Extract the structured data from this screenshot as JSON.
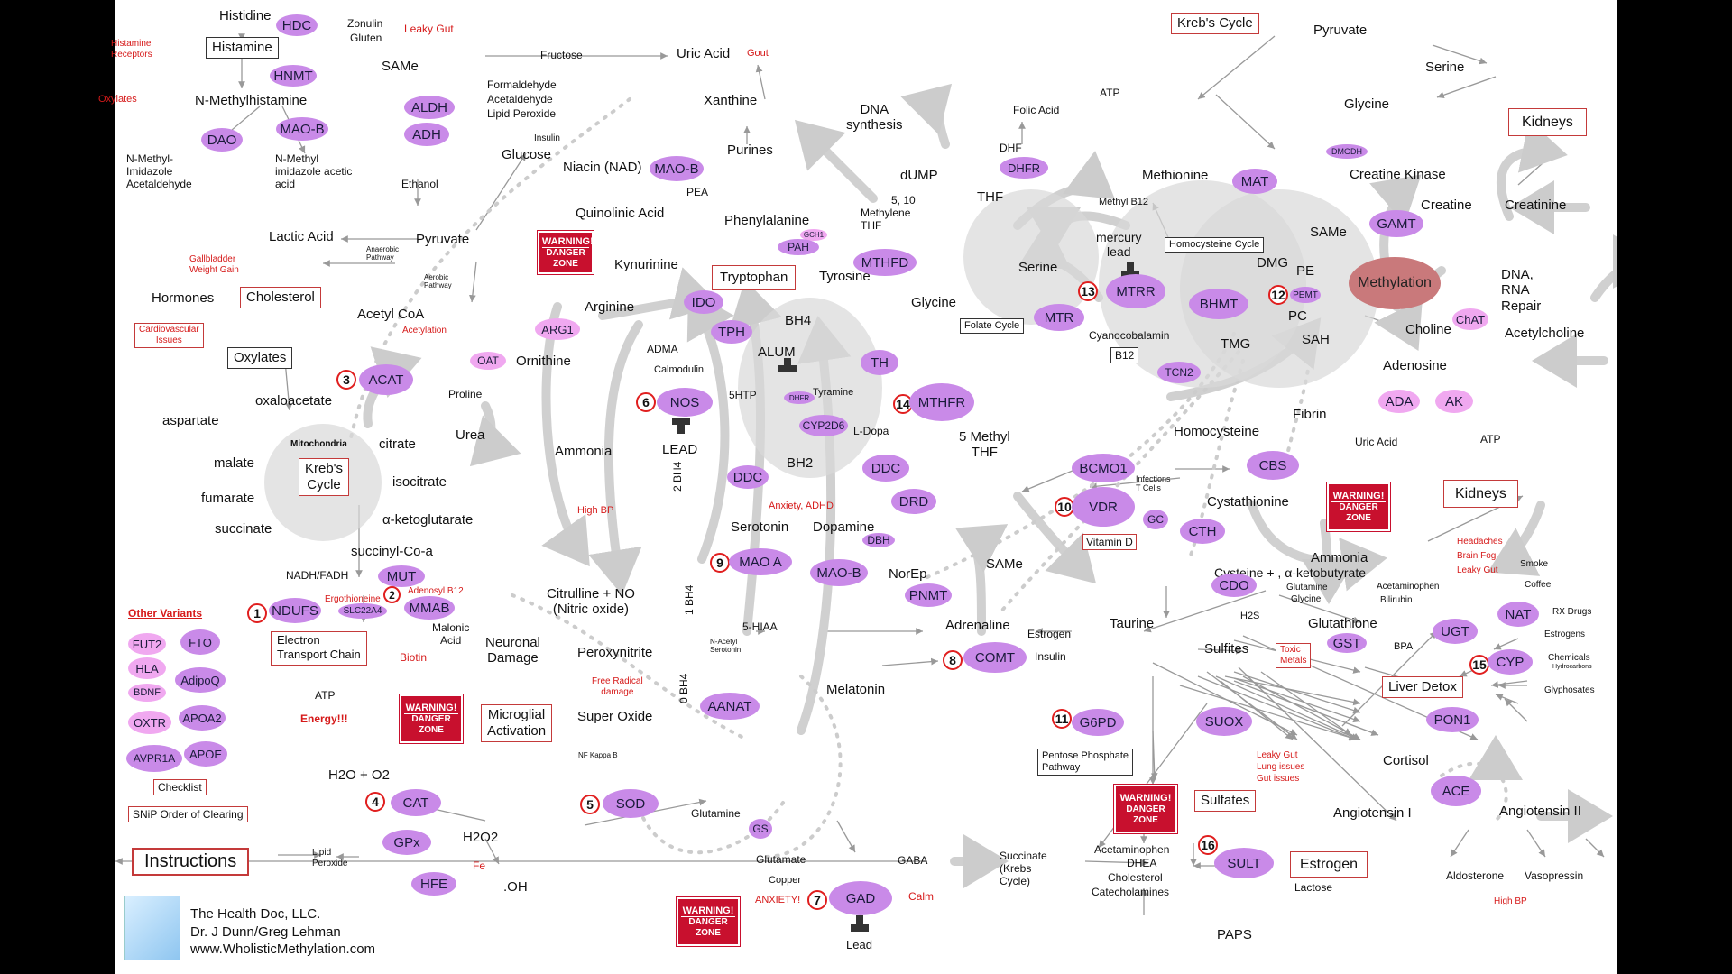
{
  "labels": {
    "histidine": "Histidine",
    "hdc": "HDC",
    "zonulin": "Zonulin",
    "gluten": "Gluten",
    "leaky_gut": "Leaky Gut",
    "histamine_receptors_1": "Histamine",
    "histamine_receptors_2": "Receptors",
    "histamine": "Histamine",
    "hnmt": "HNMT",
    "same_top": "SAMe",
    "oxylates": "Oxylates",
    "n_methylhistamine": "N-Methylhistamine",
    "aldh": "ALDH",
    "formaldehyde": "Formaldehyde",
    "acetaldehyde": "Acetaldehyde",
    "lipid_peroxide_top": "Lipid Peroxide",
    "dao": "DAO",
    "maob_left": "MAO-B",
    "adh": "ADH",
    "nmia_1": "N-Methyl-",
    "nmia_2": "Imidazole",
    "nmia_3": "Acetaldehyde",
    "nmiaa_1": "N-Methyl",
    "nmiaa_2": "imidazole acetic",
    "nmiaa_3": "acid",
    "insulin_top": "Insulin",
    "glucose": "Glucose",
    "ethanol": "Ethanol",
    "fructose": "Fructose",
    "uric_acid_top": "Uric Acid",
    "gout": "Gout",
    "xanthine": "Xanthine",
    "purines": "Purines",
    "dna_synth_1": "DNA",
    "dna_synth_2": "synthesis",
    "niacin": "Niacin (NAD)",
    "maob_mid": "MAO-B",
    "pea": "PEA",
    "quinolinic": "Quinolinic Acid",
    "lactic_acid": "Lactic Acid",
    "pyruvate_left": "Pyruvate",
    "anaerobic_1": "Anaerobic",
    "anaerobic_2": "Pathway",
    "aerobic_1": "Aerobic",
    "aerobic_2": "Pathway",
    "gallbladder_1": "Gallbladder",
    "gallbladder_2": "Weight Gain",
    "hormones": "Hormones",
    "cholesterol": "Cholesterol",
    "acetyl_coa": "Acetyl CoA",
    "acetylation": "Acetylation",
    "cardio_1": "Cardiovascular",
    "cardio_2": "Issues",
    "oxylates_box": "Oxylates",
    "acat": "ACAT",
    "oxaloacetate": "oxaloacetate",
    "aspartate": "aspartate",
    "mitochondria": "Mitochondria",
    "citrate": "citrate",
    "malate": "malate",
    "krebs_left_1": "Kreb's",
    "krebs_left_2": "Cycle",
    "isocitrate": "isocitrate",
    "fumarate": "fumarate",
    "akg": "α-ketoglutarate",
    "succinate": "succinate",
    "succinyl": "succinyl-Co-a",
    "nadh": "NADH/FADH",
    "mut": "MUT",
    "adenosyl": "Adenosyl B12",
    "ergothioneine": "Ergothioneine",
    "slc": "SLC22A4",
    "mmab": "MMAB",
    "ndufs": "NDUFS",
    "malonic_1": "Malonic",
    "malonic_2": "Acid",
    "etc_1": "Electron",
    "etc_2": "Transport Chain",
    "biotin": "Biotin",
    "atp_left": "ATP",
    "energy": "Energy!!!",
    "other_variants": "Other Variants",
    "fut2": "FUT2",
    "fto": "FTO",
    "hla": "HLA",
    "adipoq": "AdipoQ",
    "bdnf": "BDNF",
    "apoa2": "APOA2",
    "oxtr": "OXTR",
    "apoe": "APOE",
    "avpr1a": "AVPR1A",
    "checklist": "Checklist",
    "snip": "SNiP Order of Clearing",
    "instructions": "Instructions",
    "h2o_o2": "H2O + O2",
    "cat": "CAT",
    "gpx": "GPx",
    "h2o2": "H2O2",
    "lipid_peroxide_bot_1": "Lipid",
    "lipid_peroxide_bot_2": "Peroxide",
    "hfe": "HFE",
    "fe": "Fe",
    "oh": ".OH",
    "company": "The Health Doc, LLC.",
    "authors": "Dr. J Dunn/Greg Lehman",
    "website": "www.WholisticMethylation.com",
    "warn_1": "WARNING!",
    "warn_2": "DANGER",
    "warn_3": "ZONE",
    "arg1": "ARG1",
    "arginine": "Arginine",
    "oat": "OAT",
    "ornithine": "Ornithine",
    "proline": "Proline",
    "urea": "Urea",
    "ammonia_left": "Ammonia",
    "adma": "ADMA",
    "calmodulin": "Calmodulin",
    "nos": "NOS",
    "lead": "LEAD",
    "high_bp_left": "High BP",
    "citrulline_1": "Citrulline + NO",
    "citrulline_2": "(Nitric oxide)",
    "neuronal_1": "Neuronal",
    "neuronal_2": "Damage",
    "microglial_1": "Microglial",
    "microglial_2": "Activation",
    "peroxynitrite": "Peroxynitrite",
    "free_radical_1": "Free Radical",
    "free_radical_2": "damage",
    "super_oxide": "Super Oxide",
    "nfkb": "NF Kappa B",
    "sod": "SOD",
    "kynurinine": "Kynurinine",
    "ido": "IDO",
    "tryptophan": "Tryptophan",
    "tph": "TPH",
    "bh4_top": "BH4",
    "alum": "ALUM",
    "fivehtp": "5HTP",
    "dhfr_small": "DHFR",
    "tyramine": "Tyramine",
    "th": "TH",
    "cyp2d6": "CYP2D6",
    "ldopa": "L-Dopa",
    "bh2": "BH2",
    "ddc_left": "DDC",
    "ddc_right": "DDC",
    "drd": "DRD",
    "anxiety_adhd": "Anxiety, ADHD",
    "dopamine": "Dopamine",
    "serotonin": "Serotonin",
    "dbh": "DBH",
    "norep": "NorEp",
    "maoa": "MAO A",
    "maob_bot": "MAO-B",
    "same_mid": "SAMe",
    "pnmt": "PNMT",
    "adrenaline": "Adrenaline",
    "fivehiaa": "5-HIAA",
    "nacetyl_1": "N-Acetyl",
    "nacetyl_2": "Serotonin",
    "comt": "COMT",
    "estrogen_mid": "Estrogen",
    "insulin_mid": "Insulin",
    "melatonin": "Melatonin",
    "aanat": "AANAT",
    "bh4_2": "2 BH4",
    "bh4_1": "1 BH4",
    "bh4_0": "0 BH4",
    "glutamine": "Glutamine",
    "gs": "GS",
    "glutamate": "Glutamate",
    "copper": "Copper",
    "anxiety": "ANXIETY!",
    "gad": "GAD",
    "lead_bot": "Lead",
    "calm": "Calm",
    "gaba": "GABA",
    "succinate_krebs_1": "Succinate",
    "succinate_krebs_2": "(Krebs",
    "succinate_krebs_3": "Cycle)",
    "phenylalanine": "Phenylalanine",
    "gch1": "GCH1",
    "pah": "PAH",
    "tyrosine": "Tyrosine",
    "dump": "dUMP",
    "ten_methylene_1": "5, 10",
    "ten_methylene_2": "Methylene",
    "ten_methylene_3": "THF",
    "mthfd": "MTHFD",
    "glycine_mid": "Glycine",
    "serine_mid": "Serine",
    "thf": "THF",
    "dhf": "DHF",
    "dhfr": "DHFR",
    "folic_acid": "Folic Acid",
    "folate_cycle": "Folate Cycle",
    "mtr": "MTR",
    "mthfr": "MTHFR",
    "five_methyl_1": "5 Methyl",
    "five_methyl_2": "THF",
    "bcmo1": "BCMO1",
    "infections_1": "Infections",
    "infections_2": "T Cells",
    "vdr": "VDR",
    "gc": "GC",
    "vitamin_d": "Vitamin D",
    "g6pd": "G6PD",
    "pentose_1": "Pentose Phosphate",
    "pentose_2": "Pathway",
    "krebs_top": "Kreb's Cycle",
    "pyruvate_top": "Pyruvate",
    "serine_top": "Serine",
    "glycine_top": "Glycine",
    "atp_top": "ATP",
    "methionine": "Methionine",
    "mat": "MAT",
    "methyl_b12": "Methyl B12",
    "mercury_1": "mercury",
    "mercury_2": "lead",
    "homocysteine_cycle": "Homocysteine Cycle",
    "mtrr": "MTRR",
    "bhmt": "BHMT",
    "dmg": "DMG",
    "cyanocobalamin": "Cyanocobalamin",
    "b12": "B12",
    "tcn2": "TCN2",
    "tmg": "TMG",
    "homocysteine": "Homocysteine",
    "fibrin": "Fibrin",
    "cbs": "CBS",
    "cystathionine": "Cystathionine",
    "cth": "CTH",
    "dmgdh": "DMGDH",
    "creatine_kinase": "Creatine Kinase",
    "creatine": "Creatine",
    "creatinine": "Creatinine",
    "kidneys_top": "Kidneys",
    "same_right": "SAMe",
    "gamt": "GAMT",
    "pe": "PE",
    "pemt": "PEMT",
    "pc": "PC",
    "sah": "SAH",
    "methylation": "Methylation",
    "dna_rna_1": "DNA,",
    "dna_rna_2": "RNA",
    "dna_rna_3": "Repair",
    "choline": "Choline",
    "chat": "ChAT",
    "acetylcholine": "Acetylcholine",
    "adenosine": "Adenosine",
    "ada": "ADA",
    "ak": "AK",
    "uric_acid_right": "Uric Acid",
    "atp_right": "ATP",
    "kidneys_mid": "Kidneys",
    "headaches": "Headaches",
    "brain_fog": "Brain Fog",
    "leaky_gut_right": "Leaky Gut",
    "ammonia_right": "Ammonia",
    "cysteine": "Cysteine + , α-ketobutyrate",
    "cdo": "CDO",
    "glutamine_r": "Glutamine",
    "glycine_r": "Glycine",
    "h2s": "H2S",
    "taurine": "Taurine",
    "glutathione": "Glutathione",
    "acetaminophen_r": "Acetaminophen",
    "bilirubin": "Bilirubin",
    "smoke": "Smoke",
    "coffee": "Coffee",
    "nat": "NAT",
    "rx_drugs": "RX Drugs",
    "ugt": "UGT",
    "estrogens": "Estrogens",
    "gst": "GST",
    "bpa": "BPA",
    "cyp": "CYP",
    "chemicals": "Chemicals",
    "hydrocarbons": "Hydrocarbons",
    "sulfites": "Sulfites",
    "toxic_1": "Toxic",
    "toxic_2": "Metals",
    "liver_detox": "Liver Detox",
    "glyphosates": "Glyphosates",
    "pon1": "PON1",
    "suox": "SUOX",
    "leaky_gut_b": "Leaky Gut",
    "lung_issues": "Lung issues",
    "gut_issues": "Gut issues",
    "cortisol": "Cortisol",
    "sulfates": "Sulfates",
    "ace": "ACE",
    "angiotensin_1": "Angiotensin I",
    "angiotensin_2": "Angiotensin II",
    "acetaminophen_b": "Acetaminophen",
    "dhea": "DHEA",
    "cholesterol_b": "Cholesterol",
    "catecholamines": "Catecholamines",
    "sult": "SULT",
    "estrogen_box": "Estrogen",
    "lactose": "Lactose",
    "paps": "PAPS",
    "aldosterone": "Aldosterone",
    "vasopressin": "Vasopressin",
    "high_bp_right": "High BP"
  },
  "steps": [
    "1",
    "2",
    "3",
    "4",
    "5",
    "6",
    "7",
    "8",
    "9",
    "10",
    "11",
    "12",
    "13",
    "14",
    "15",
    "16"
  ],
  "colors": {
    "enzyme": "#c98ae8",
    "enzyme_light": "#f0a8f0",
    "warning": "#c8102e",
    "accent_red": "#d61a1a",
    "methylation": "#c9797b"
  }
}
